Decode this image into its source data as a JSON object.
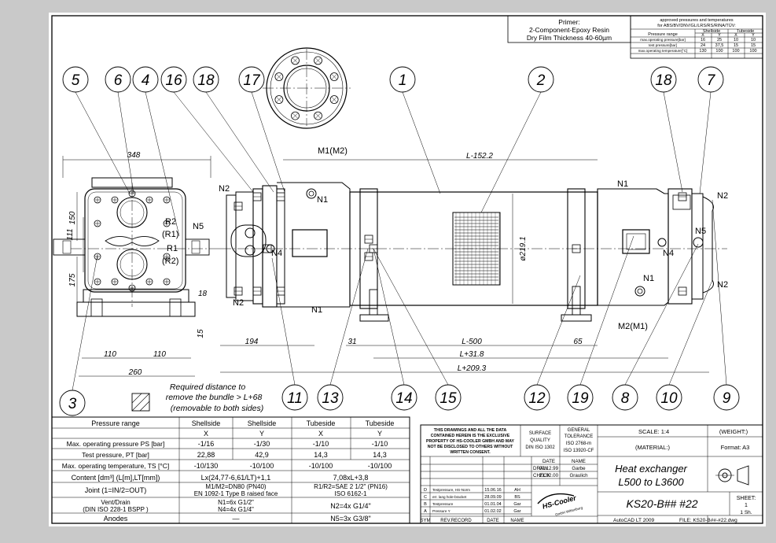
{
  "primer": {
    "title": "Primer:",
    "line1": "2-Component-Epoxy Resin",
    "line2": "Dry Film Thickness 40-60µm"
  },
  "approved": {
    "title": "approved pressures and temperatures",
    "subtitle": "for ABS/BV/DNV/GL/LRS/RS/RINA/TÜV:",
    "col_range": "Pressure range",
    "col_shell": "Shellside",
    "col_tube": "Tubeside",
    "subcols": [
      "X",
      "Y",
      "X",
      "Y"
    ],
    "rows": [
      {
        "label": "max.operating pressure[bar]",
        "values": [
          "16",
          "25",
          "10",
          "10"
        ]
      },
      {
        "label": "test pressure[bar]",
        "values": [
          "24",
          "37,5",
          "15",
          "15"
        ]
      },
      {
        "label": "max.operating temperature[°C]",
        "values": [
          "130",
          "100",
          "100",
          "100"
        ]
      }
    ]
  },
  "balloons": [
    "5",
    "6",
    "4",
    "16",
    "18",
    "17",
    "1",
    "2",
    "18",
    "7",
    "3",
    "11",
    "13",
    "14",
    "15",
    "12",
    "19",
    "8",
    "10",
    "9"
  ],
  "labels": {
    "n1": "N1",
    "n2": "N2",
    "n4": "N4",
    "n5": "N5",
    "m1": "M1(M2)",
    "m2": "M2(M1)",
    "r1": "R1",
    "r2": "R2",
    "r1p": "(R1)",
    "r2p": "(R2)"
  },
  "dims": {
    "d348": "348",
    "d150": "150",
    "d111": "111",
    "d175": "175",
    "d18": "18",
    "d15": "15",
    "d110a": "110",
    "d110b": "110",
    "d260": "260",
    "d194": "194",
    "d31": "31",
    "l500": "L-500",
    "d65": "65",
    "l318": "L+31.8",
    "l2093": "L+209.3",
    "l1522": "L-152.2",
    "dia219": "ø219.1"
  },
  "bundle": {
    "line1": "Required distance to",
    "line2": "remove the bundle > L+68",
    "line3": "(removable to both sides)"
  },
  "pressure_table": {
    "headers": [
      "Pressure range",
      "Shellside",
      "Shellside",
      "Tubeside",
      "Tubeside"
    ],
    "sub": [
      "X",
      "Y",
      "X",
      "Y"
    ],
    "rows": [
      {
        "label": "Max. operating pressure PS [bar]",
        "values": [
          "-1/16",
          "-1/30",
          "-1/10",
          "-1/10"
        ]
      },
      {
        "label": "Test pressure, PT [bar]",
        "values": [
          "22,88",
          "42,9",
          "14,3",
          "14,3"
        ]
      },
      {
        "label": "Max. operating temperature, TS [°C]",
        "values": [
          "-10/130",
          "-10/100",
          "-10/100",
          "-10/100"
        ]
      }
    ],
    "content_label": "Content [dm³] (L[m],LT[mm])",
    "content_shell": "Lx(24,77-6,61/LT)+1,1",
    "content_tube": "7,08xL+3,8",
    "joint_label": "Joint (1=IN/2=OUT)",
    "joint_shell1": "M1/M2=DN80 (PN40)",
    "joint_shell2": "EN 1092-1 Type B raised face",
    "joint_tube1": "R1/R2=SAE 2 1/2\" (PN16)",
    "joint_tube2": "ISO 6162-1",
    "vent_label1": "Vent/Drain",
    "vent_label2": "(DIN ISO 228-1 BSPP )",
    "vent_shell1": "N1=6x G1/2\"",
    "vent_shell2": "N4=4x G1/4\"",
    "vent_tube": "N2=4x G1/4\"",
    "anodes_label": "Anodes",
    "anodes_shell": "—",
    "anodes_tube": "N5=3x G3/8\""
  },
  "title_block": {
    "notice": [
      "THIS DRAWINGS AND ALL THE DATA",
      "CONTAINED HEREIN IS THE EXCLUSIVE",
      "PROPERTY OF HS-COOLER GMBH AND MAY",
      "NOT BE DISCLOSED TO OTHERS WITHOUT",
      "WRITTEN CONSENT."
    ],
    "surface": [
      "SURFACE",
      "QUALITY",
      "DIN ISO 1302"
    ],
    "tolerance": [
      "GENERAL",
      "TOLERANCE",
      "ISO 2768-m",
      "ISO 13920-CF"
    ],
    "scale": "SCALE: 1:4",
    "weight": "(WEIGHT:)",
    "material": "(MATERIAL:)",
    "format": "Format: A3",
    "date_h": "DATE",
    "name_h": "NAME",
    "draw": "DRAW",
    "draw_date": "02.12.99",
    "draw_name": "Garbe",
    "check": "CHECK",
    "check_date": "21.02.00",
    "check_name": "Graulich",
    "title1": "Heat exchanger",
    "title2": "L500 to L3600",
    "dwg_no": "KS20-B## #22",
    "sheet_label": "SHEET:",
    "sheet_val": "1",
    "sheet_of": "1 Sh.",
    "revisions": [
      {
        "sym": "D",
        "desc": "Testpressure, HS-Norm",
        "date": "15.06.16",
        "name": "AH"
      },
      {
        "sym": "C",
        "desc": "err. lang hole-bracket",
        "date": "28.09.09",
        "name": "BS"
      },
      {
        "sym": "B",
        "desc": "Testpressure",
        "date": "01.01.04",
        "name": "Gar"
      },
      {
        "sym": "A",
        "desc": "Pressure Y",
        "date": "01.02.02",
        "name": "Gar"
      }
    ],
    "sym_h": "SYM",
    "rev_h": "REV.RECORD",
    "date_h2": "DATE",
    "name_h2": "NAME",
    "logo": "HS-Cooler",
    "logo_sub": "GmbH Wittenburg",
    "cad": "AutoCAD LT 2009",
    "file": "FILE: KS20-B##-#22.dwg"
  }
}
